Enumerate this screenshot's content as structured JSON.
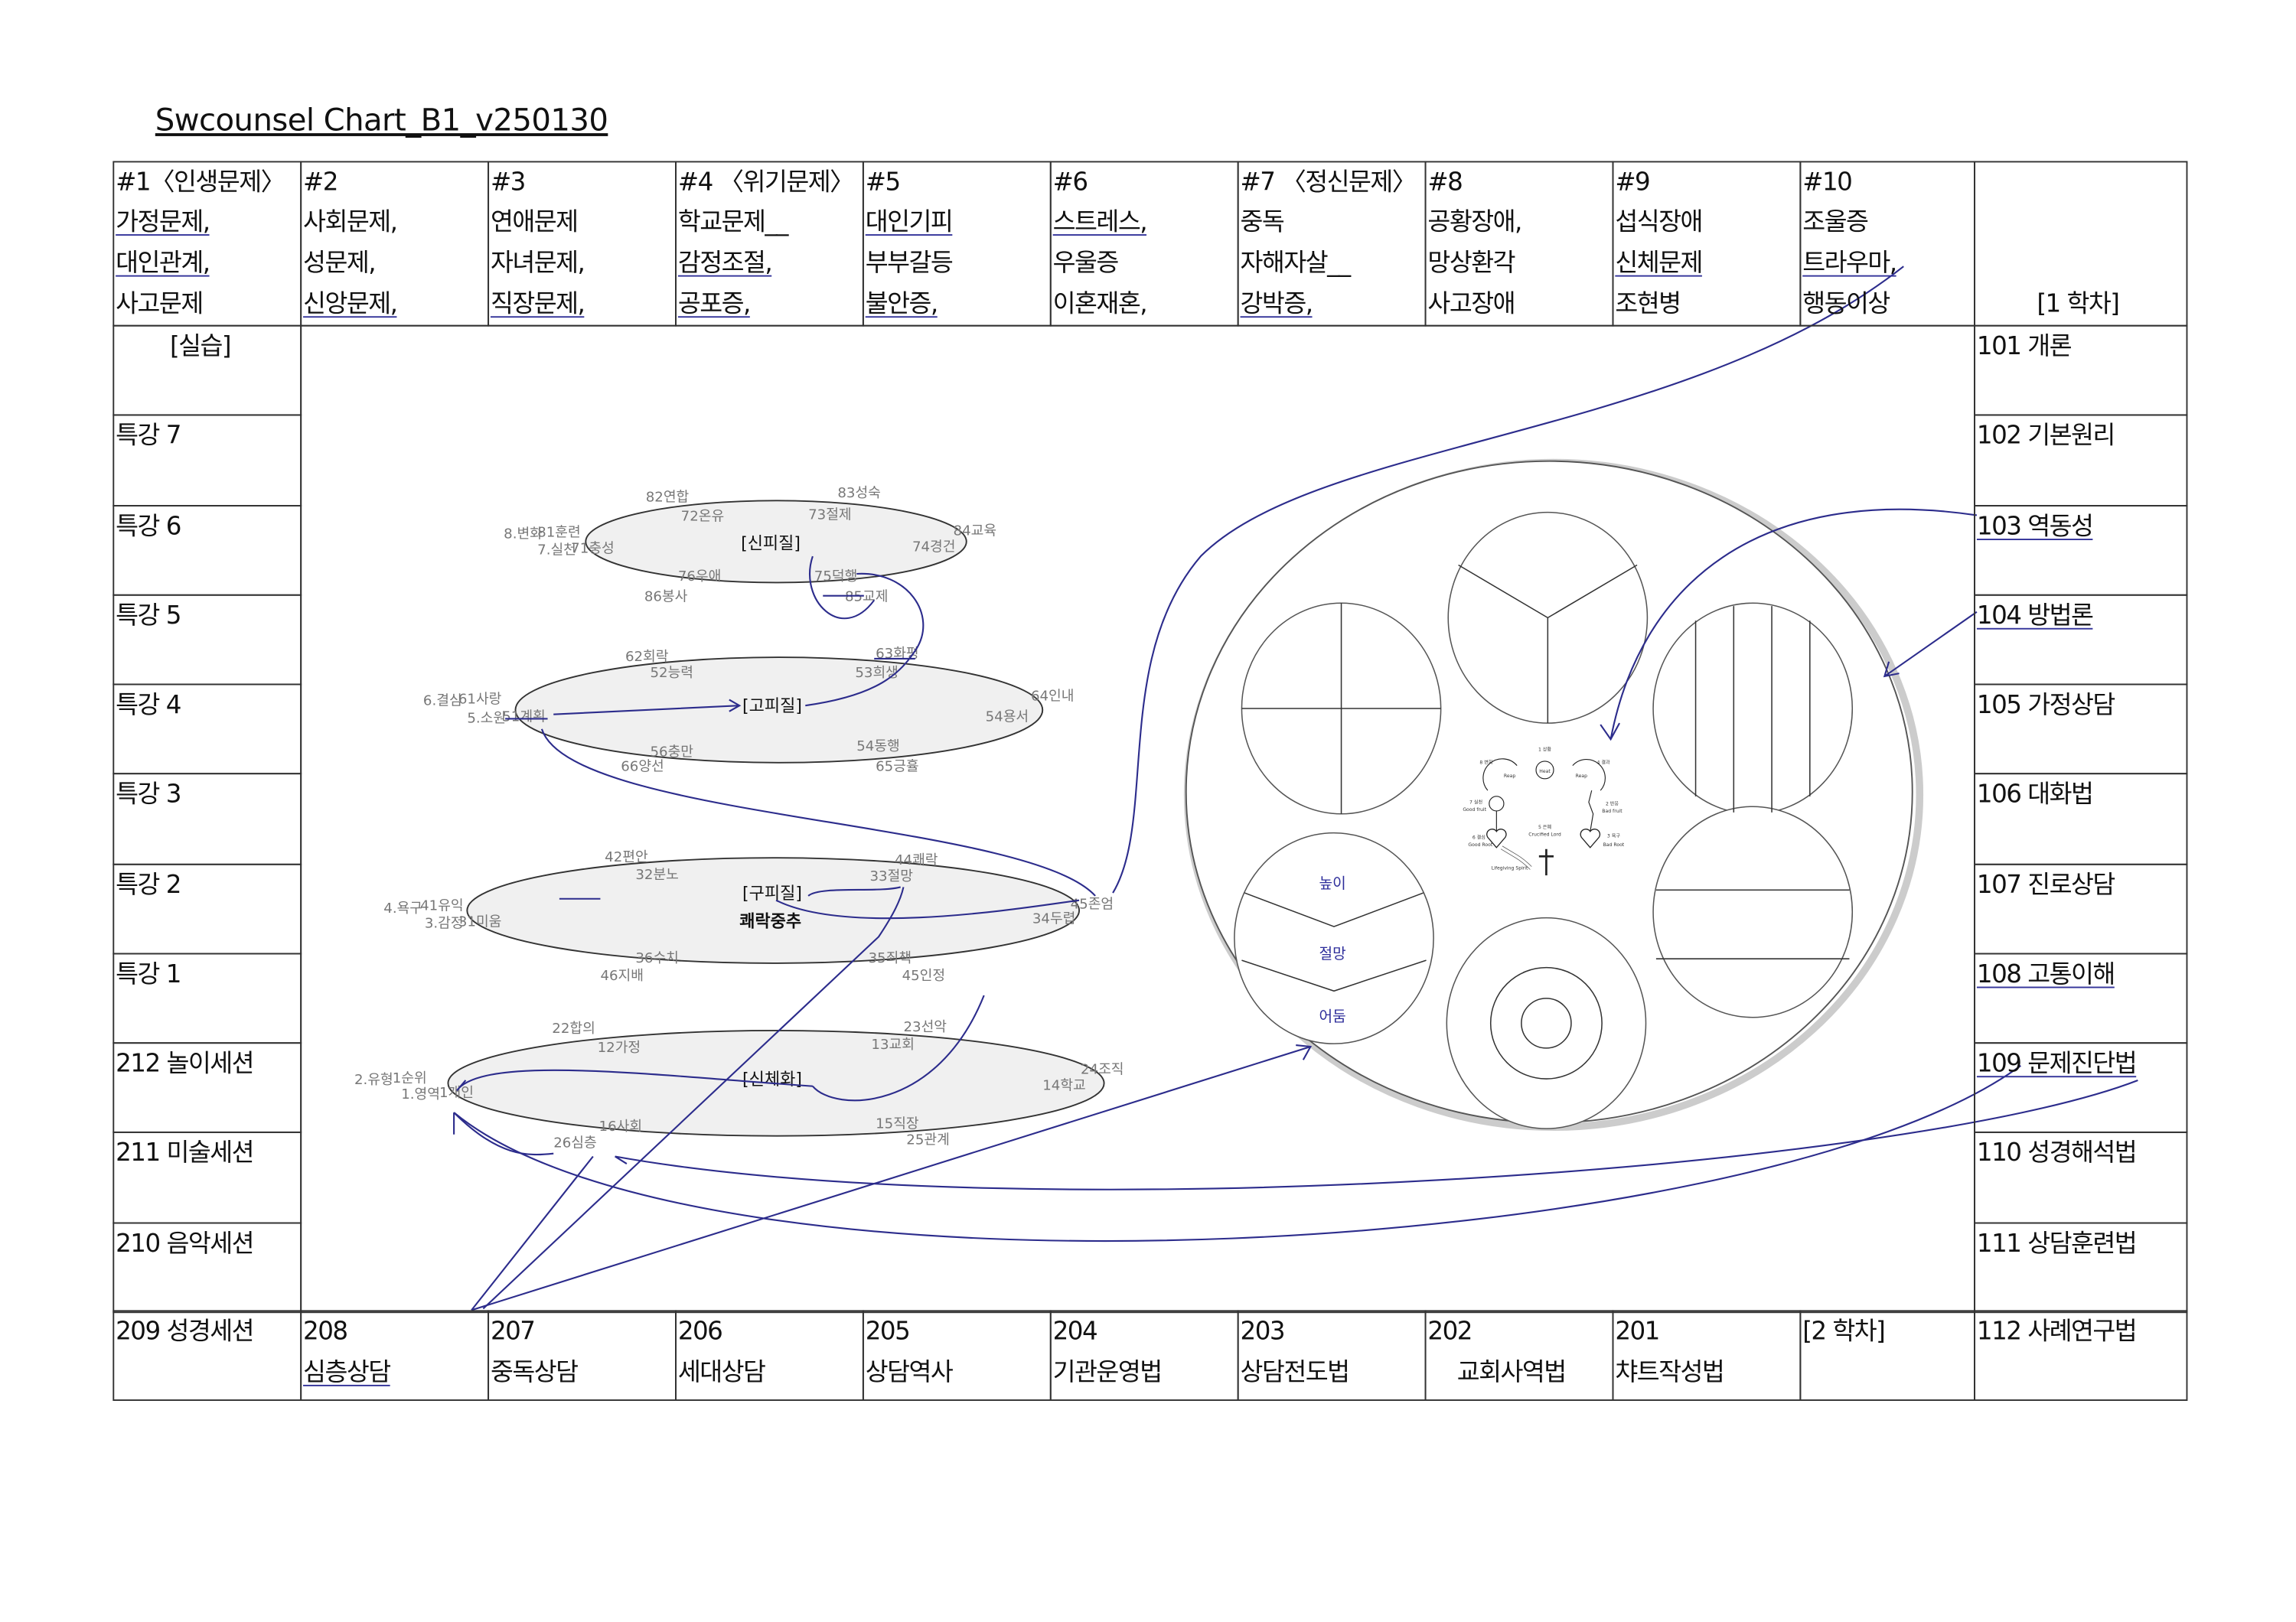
{
  "title": "Swcounsel Chart_B1_v250130",
  "header": {
    "columns": [
      {
        "num": "#1〈인생문제〉",
        "lines": [
          "가정문제,",
          "대인관계,",
          "사고문제"
        ]
      },
      {
        "num": "#2",
        "lines": [
          "사회문제,",
          "성문제,",
          "신앙문제,"
        ]
      },
      {
        "num": "#3",
        "lines": [
          "연애문제",
          "자녀문제,",
          "직장문제,"
        ]
      },
      {
        "num": "#4 〈위기문제〉",
        "lines": [
          "학교문제__",
          "감정조절,",
          "공포증,"
        ]
      },
      {
        "num": "#5",
        "lines": [
          "대인기피",
          "부부갈등",
          "불안증,"
        ]
      },
      {
        "num": "#6",
        "lines": [
          "스트레스,",
          "우울증",
          "이혼재혼,"
        ]
      },
      {
        "num": "#7 〈정신문제〉",
        "lines": [
          "중독",
          "자해자살__",
          "강박증,"
        ]
      },
      {
        "num": "#8",
        "lines": [
          "공황장애,",
          "망상환각",
          "사고장애"
        ]
      },
      {
        "num": "#9",
        "lines": [
          "섭식장애",
          "신체문제",
          "조현병"
        ]
      },
      {
        "num": "#10",
        "lines": [
          "조울증",
          "트라우마,",
          "행동이상"
        ]
      }
    ],
    "semester1": "[1 학차]"
  },
  "left_rows": [
    "[실습]",
    "특강 7",
    "특강 6",
    "특강 5",
    "특강 4",
    "특강 3",
    "특강 2",
    "특강 1",
    "212 놀이세션",
    "211 미술세션",
    "210 음악세션"
  ],
  "right_rows": [
    "101 개론",
    "102 기본원리",
    "103 역동성",
    "104 방법론",
    "105 가정상담",
    "106 대화법",
    "107 진로상담",
    "108 고통이해",
    "109 문제진단법",
    "110 성경해석법",
    "111 상담훈련법"
  ],
  "bottom_row": {
    "left": "209 성경세션",
    "cells": [
      {
        "num": "208",
        "label": "심층상담"
      },
      {
        "num": "207",
        "label": "중독상담"
      },
      {
        "num": "206",
        "label": "세대상담"
      },
      {
        "num": "205",
        "label": "상담역사"
      },
      {
        "num": "204",
        "label": "기관운영법"
      },
      {
        "num": "203",
        "label": "상담전도법"
      },
      {
        "num": "202",
        "label": "교회사역법"
      },
      {
        "num": "201",
        "label": "챠트작성법"
      }
    ],
    "semester2": "[2 학차]",
    "right": "112 사례연구법"
  },
  "ellipses": [
    {
      "title": "[신피질]",
      "labels": [
        "82연합",
        "83성숙",
        "72온유",
        "73절제",
        "8.변화",
        "81훈련",
        "7.실천",
        "71충성",
        "84교육",
        "74경건",
        "76우애",
        "75덕행",
        "86봉사",
        "85교제"
      ]
    },
    {
      "title": "[고피질]",
      "labels": [
        "62회락",
        "63화평",
        "52능력",
        "53희생",
        "6.결심",
        "61사랑",
        "5.소원",
        "51계획",
        "64인내",
        "54용서",
        "56충만",
        "54동행",
        "66양선",
        "65긍휼"
      ]
    },
    {
      "title": "[구피질]",
      "subtitle": "쾌락중추",
      "labels": [
        "42편안",
        "44쾌락",
        "32분노",
        "33절망",
        "4.욕구",
        "41유익",
        "3.감정",
        "31미움",
        "45존엄",
        "34두렵",
        "36수치",
        "35죄책",
        "46지배",
        "45인정"
      ]
    },
    {
      "title": "[신체화]",
      "labels": [
        "22합의",
        "23선악",
        "12가정",
        "13교회",
        "2.유형",
        "1순위",
        "1.영역",
        "1개인",
        "24조직",
        "14학교",
        "16사회",
        "15직장",
        "26심층",
        "25관계"
      ]
    }
  ],
  "circle_diagram": {
    "levels": [
      "높이",
      "절망",
      "어둠"
    ],
    "cycle_labels": [
      "1 상황",
      "Heat",
      "8 변화",
      "Reap",
      "4 결과",
      "Reap",
      "7 실천",
      "Good fruit",
      "2 반응",
      "Bad fruit",
      "6 결심",
      "Good Root",
      "5 은혜",
      "Crucified Lord",
      "3 욕구",
      "Bad Root",
      "Lifegiving Spirit"
    ]
  },
  "colors": {
    "pen": "#2c2c8c",
    "ellipse_fill": "#f0f0f0",
    "label_gray": "#777777"
  }
}
